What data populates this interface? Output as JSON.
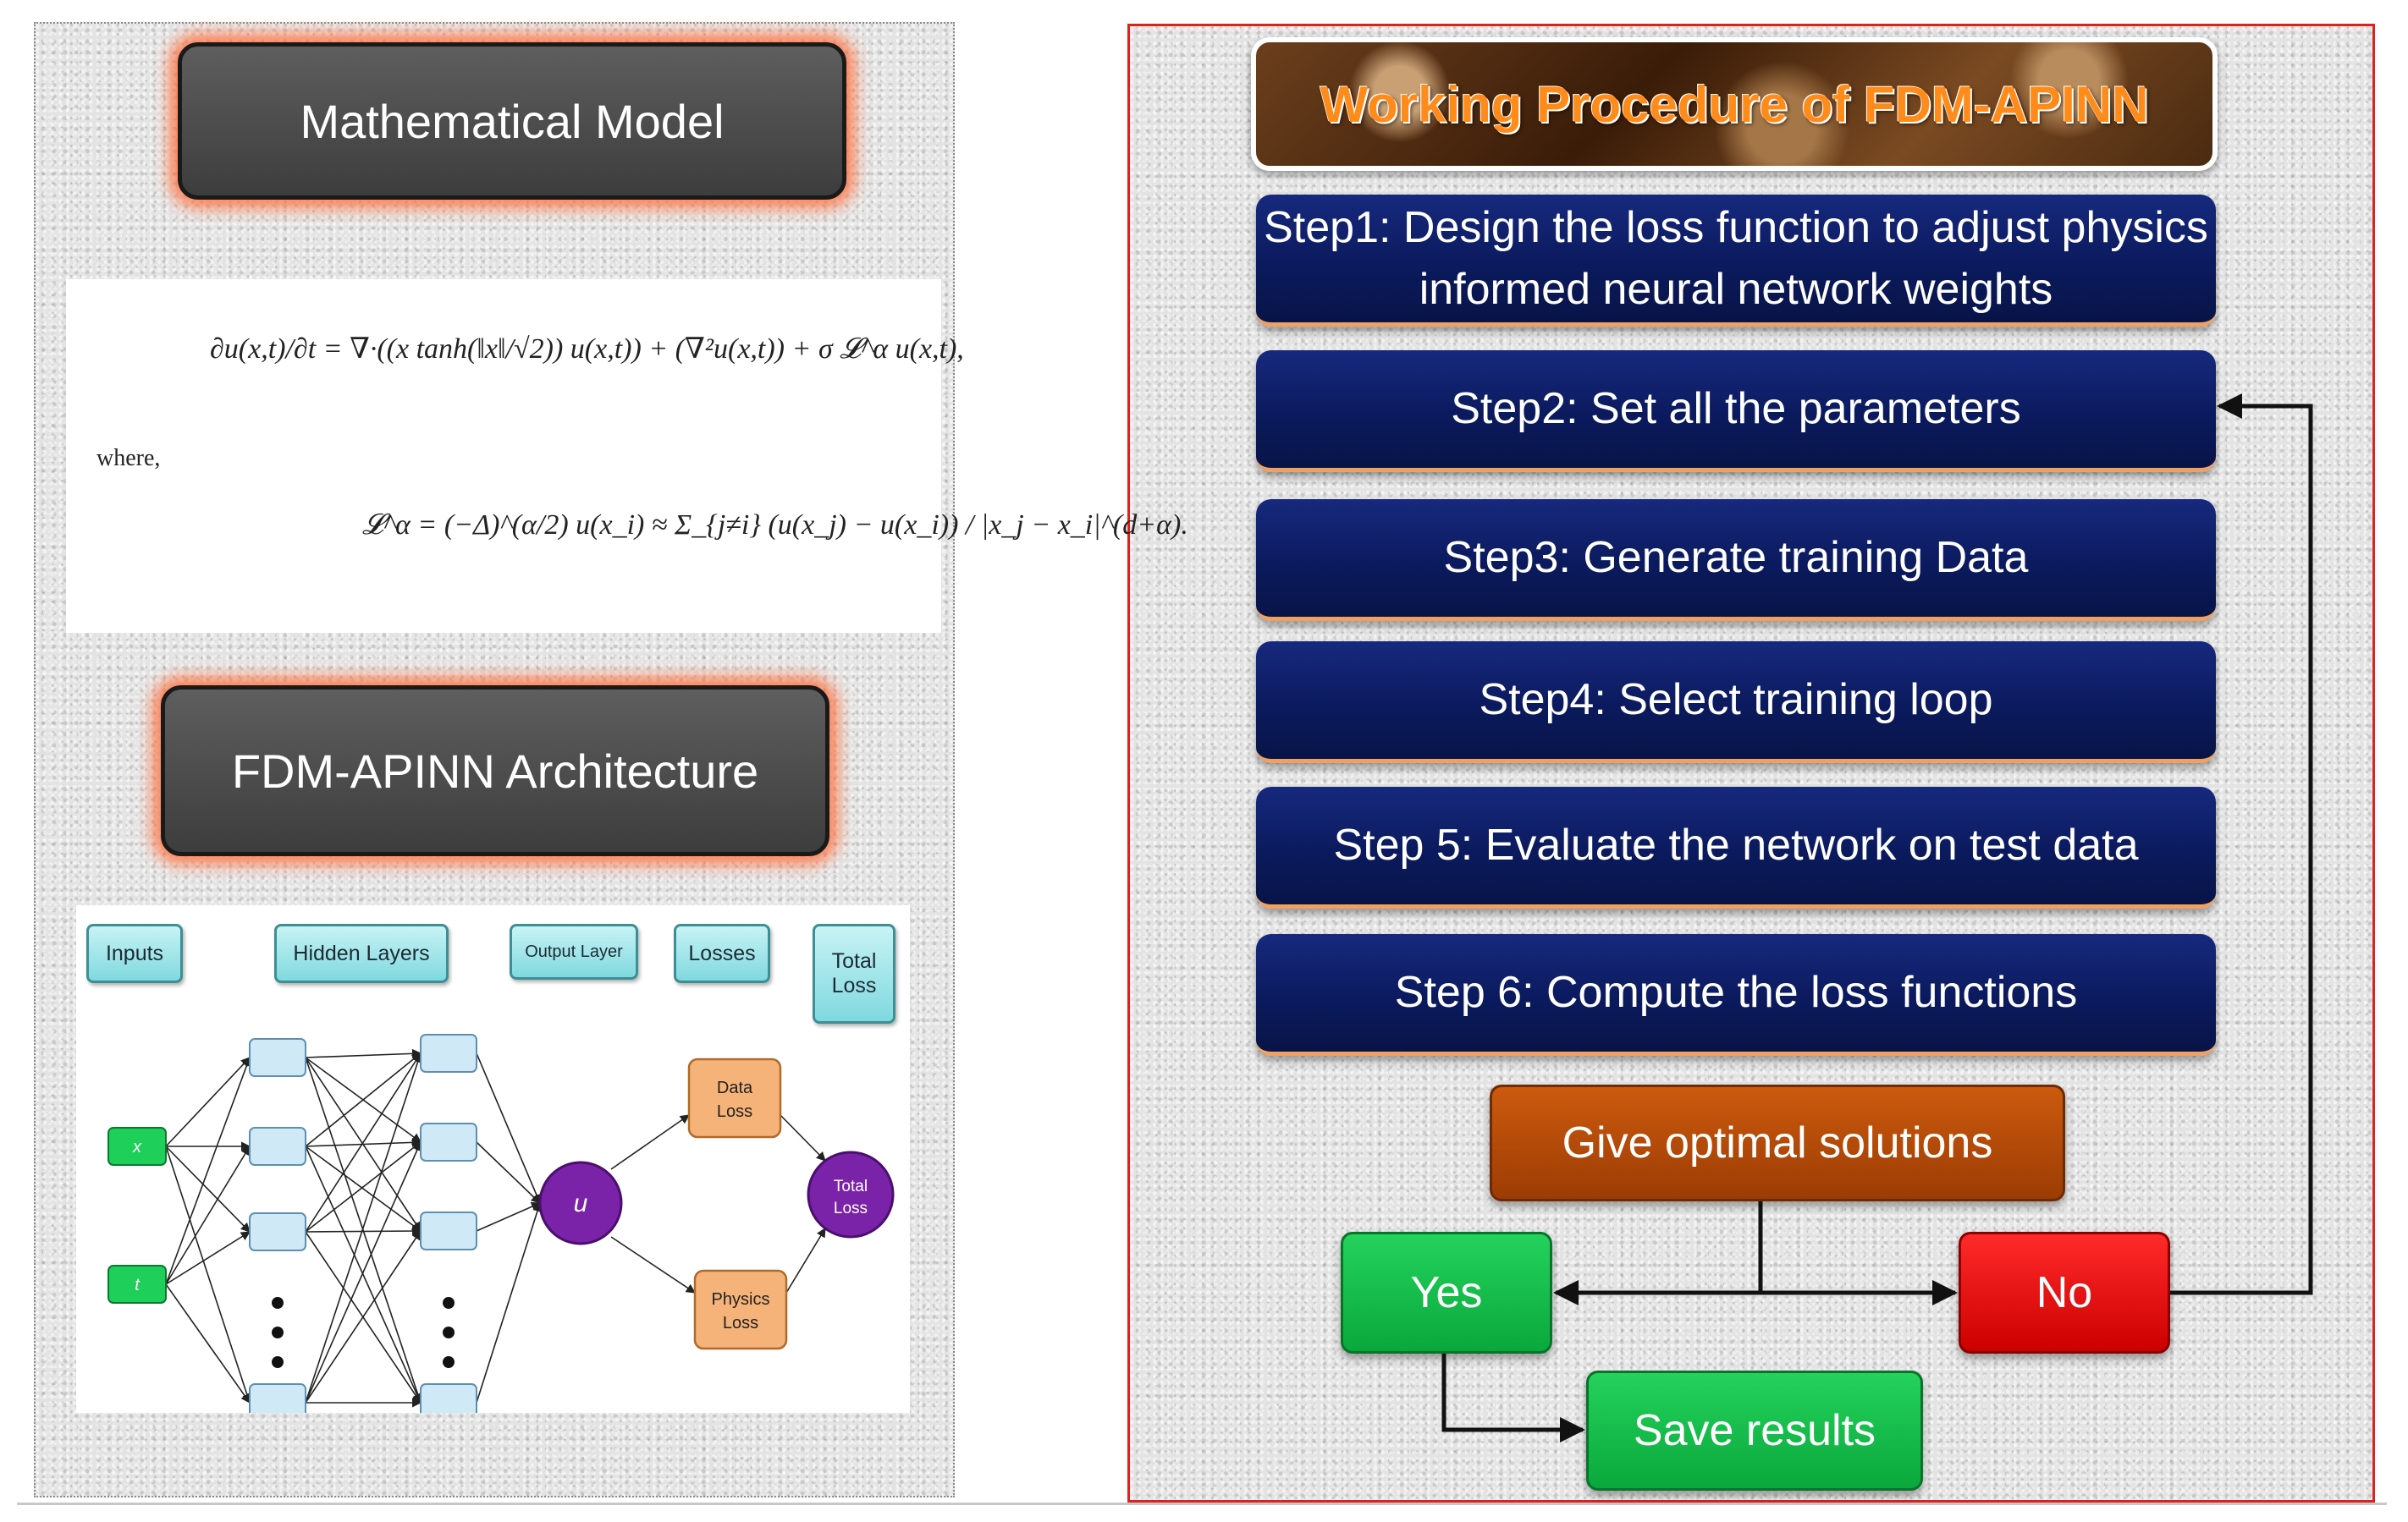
{
  "left": {
    "model_header": "Mathematical Model",
    "equation_1": "∂u(x,t)/∂t = ∇·((x tanh(‖x‖/√2)) u(x,t)) + (∇²u(x,t)) + σ 𝓛^α u(x,t),",
    "where": "where,",
    "equation_2": "𝓛^α = (−Δ)^(α/2) u(x_i) ≈ Σ_{j≠i} (u(x_j) − u(x_i)) / |x_j − x_i|^(d+α).",
    "arch_header": "FDM-APINN Architecture"
  },
  "network": {
    "labels": {
      "inputs": "Inputs",
      "hidden": "Hidden Layers",
      "output": "Output Layer",
      "losses": "Losses",
      "total": "Total Loss"
    },
    "input_x": "x",
    "input_t": "t",
    "output_node": "u",
    "data_loss": "Data Loss",
    "physics_loss": "Physics Loss",
    "total_loss": "Total Loss",
    "colors": {
      "input": "#1ecf5a",
      "hidden": "#cfe9f7",
      "output": "#7a22a8",
      "loss": "#f5b37a"
    }
  },
  "right": {
    "title": "Working Procedure of FDM-APINN",
    "steps": [
      "Step1: Design the loss function to adjust physics informed neural network weights",
      "Step2: Set all the parameters",
      "Step3: Generate training Data",
      "Step4: Select training loop",
      "Step 5: Evaluate the network on test data",
      "Step 6: Compute the loss functions"
    ],
    "optimal": "Give optimal solutions",
    "yes": "Yes",
    "no": "No",
    "save": "Save results"
  }
}
